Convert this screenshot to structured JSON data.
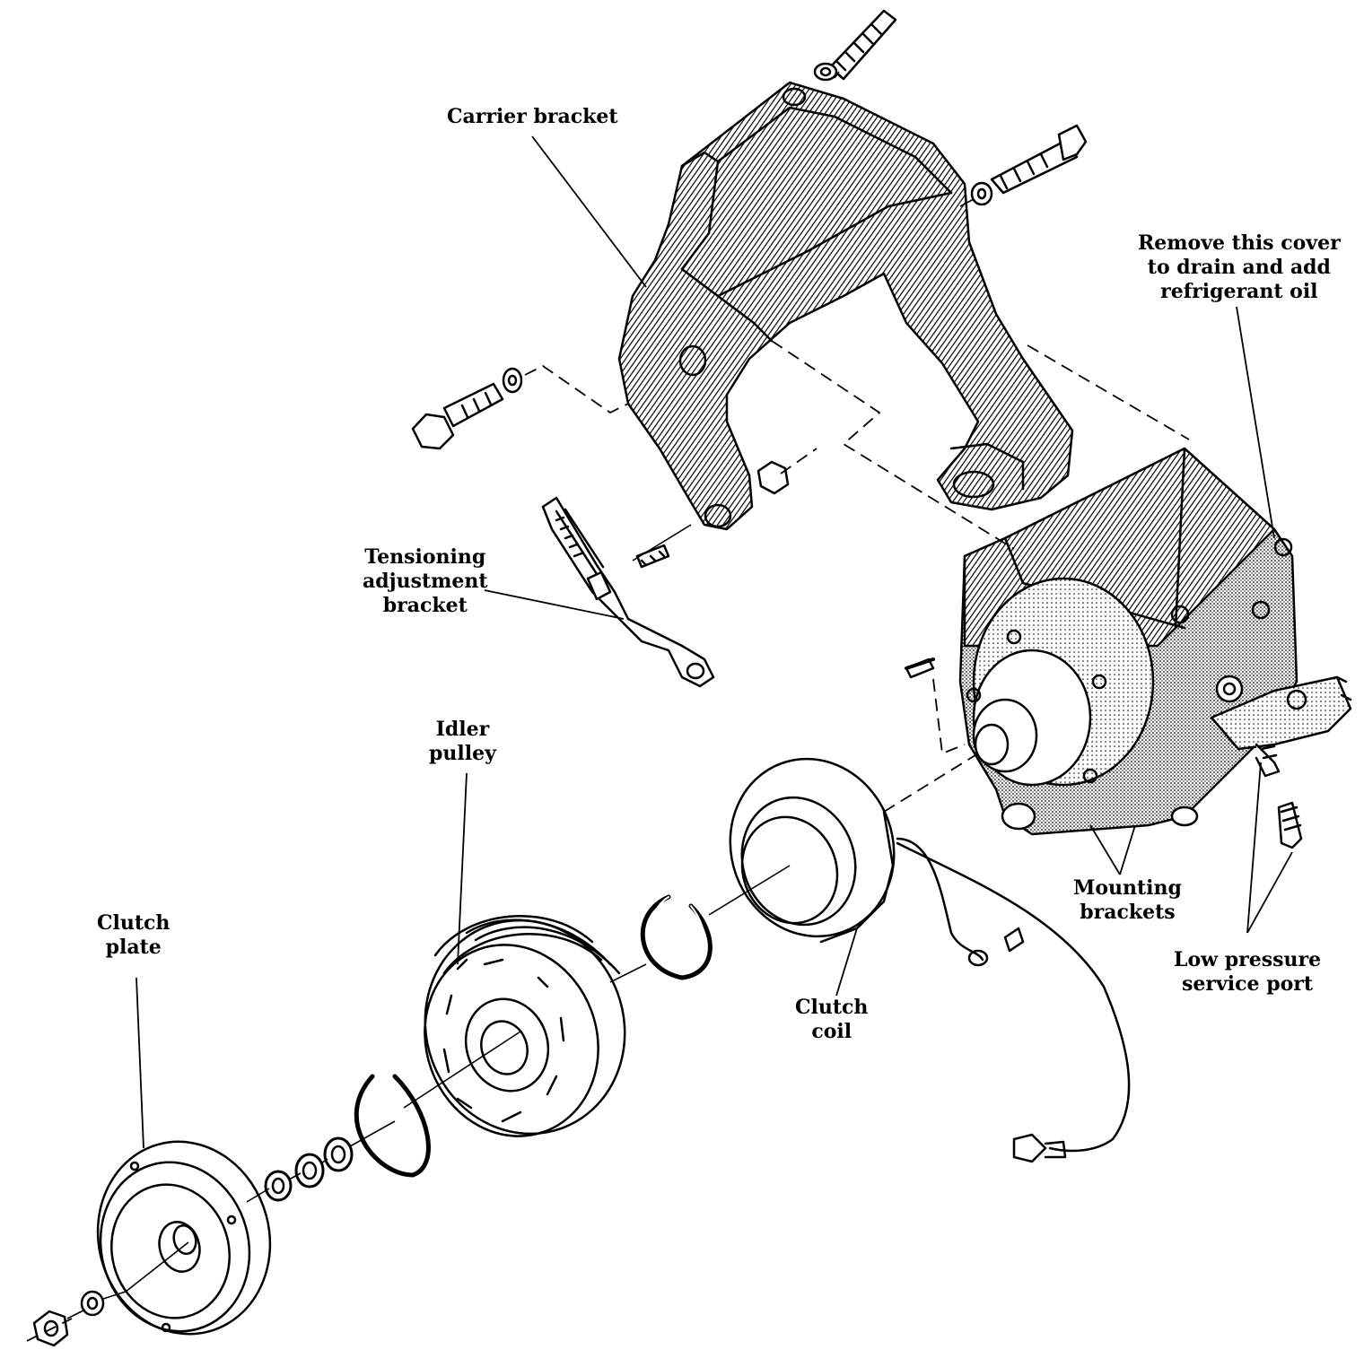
{
  "labels": {
    "carrier_bracket": [
      "Carrier bracket"
    ],
    "remove_cover": [
      "Remove this cover",
      "to drain and add",
      "refrigerant oil"
    ],
    "tensioning_bracket": [
      "Tensioning",
      "adjustment",
      "bracket"
    ],
    "idler_pulley": [
      "Idler",
      "pulley"
    ],
    "clutch_plate": [
      "Clutch",
      "plate"
    ],
    "clutch_coil": [
      "Clutch",
      "coil"
    ],
    "mounting_brackets": [
      "Mounting",
      "brackets"
    ],
    "low_pressure_port": [
      "Low pressure",
      "service port"
    ]
  },
  "colors": {
    "ink": "#000000",
    "paper": "#ffffff"
  }
}
